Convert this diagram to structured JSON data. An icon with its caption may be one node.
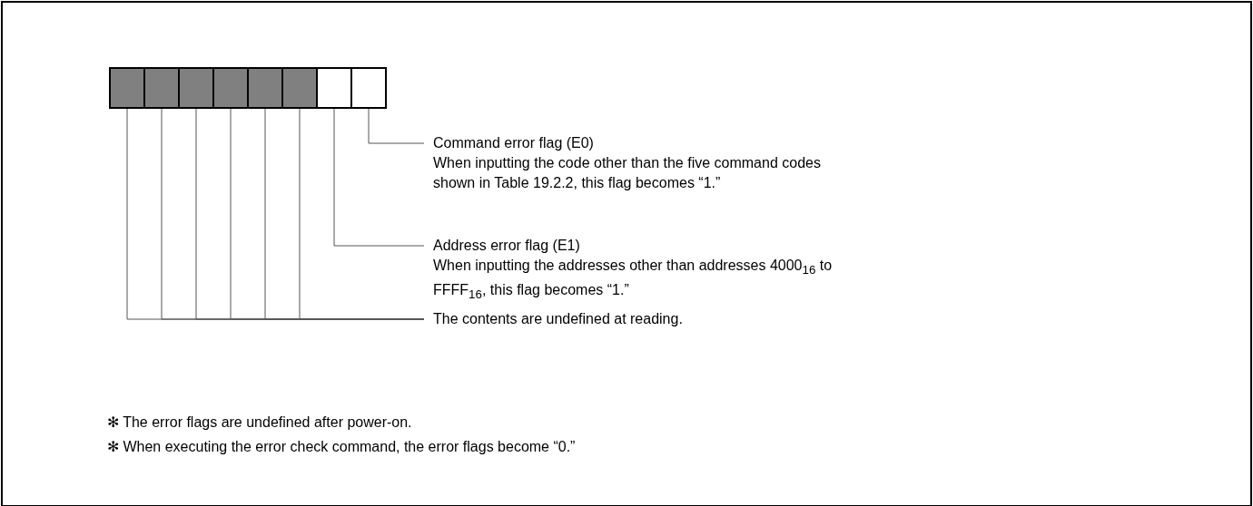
{
  "diagram": {
    "nodes": [
      {
        "text": [],
        "shape": "box"
      },
      {
        "text": [],
        "shape": "box"
      },
      {
        "text": [],
        "shape": "box"
      },
      {
        "text": [],
        "shape": "box"
      },
      {
        "text": [],
        "shape": "box"
      },
      {
        "text": [],
        "shape": "box"
      },
      {
        "text": [],
        "shape": "box"
      },
      {
        "text": [],
        "shape": "box"
      },
      {
        "text": [
          "Command error flag (E0)",
          "When inputting the code other than the five command codes shown in Table 19.2.2, this flag becomes “1.”"
        ]
      },
      {
        "text": [
          "Address error flag (E1)",
          "When inputting the addresses other than addresses 4000$_{16}$ to FFFF$_{16}$, this flag becomes “1.”"
        ]
      },
      {
        "text": [
          "The contents are undefined at reading."
        ]
      }
    ],
    "edges": [
      {
        "from": 7,
        "to": 8,
        "arrow": "none"
      },
      {
        "from": 6,
        "to": 9,
        "arrow": "none"
      },
      {
        "from": 0,
        "to": 10,
        "arrow": "none"
      },
      {
        "from": 1,
        "to": 10,
        "arrow": "none"
      },
      {
        "from": 2,
        "to": 10,
        "arrow": "none"
      },
      {
        "from": 3,
        "to": 10,
        "arrow": "none"
      },
      {
        "from": 4,
        "to": 10,
        "arrow": "none"
      },
      {
        "from": 5,
        "to": 10,
        "arrow": "none"
      }
    ],
    "labels": [
      "✻ The error flags are undefined after power-on.",
      "✻ When executing the error check command, the error flags become “0.”"
    ]
  }
}
